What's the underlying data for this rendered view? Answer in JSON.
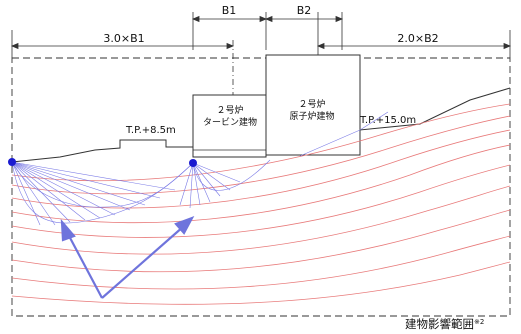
{
  "dimensions": {
    "b1": "B1",
    "b2": "B2",
    "left_range": "3.0×B1",
    "right_range": "2.0×B2"
  },
  "elevations": {
    "left": "T.P.+8.5m",
    "right": "T.P.+15.0m"
  },
  "buildings": {
    "turbine": {
      "line1": "２号炉",
      "line2": "タービン建物"
    },
    "reactor": {
      "line1": "２号炉",
      "line2": "原子炉建物"
    }
  },
  "footnote": {
    "text": "建物影響範囲",
    "mark": "※2"
  },
  "colors": {
    "strata": "#e87a7a",
    "fan": "#7b7be6",
    "pivot": "#1a1ad0",
    "arrow": "#6f74dc",
    "ground": "#333333"
  }
}
